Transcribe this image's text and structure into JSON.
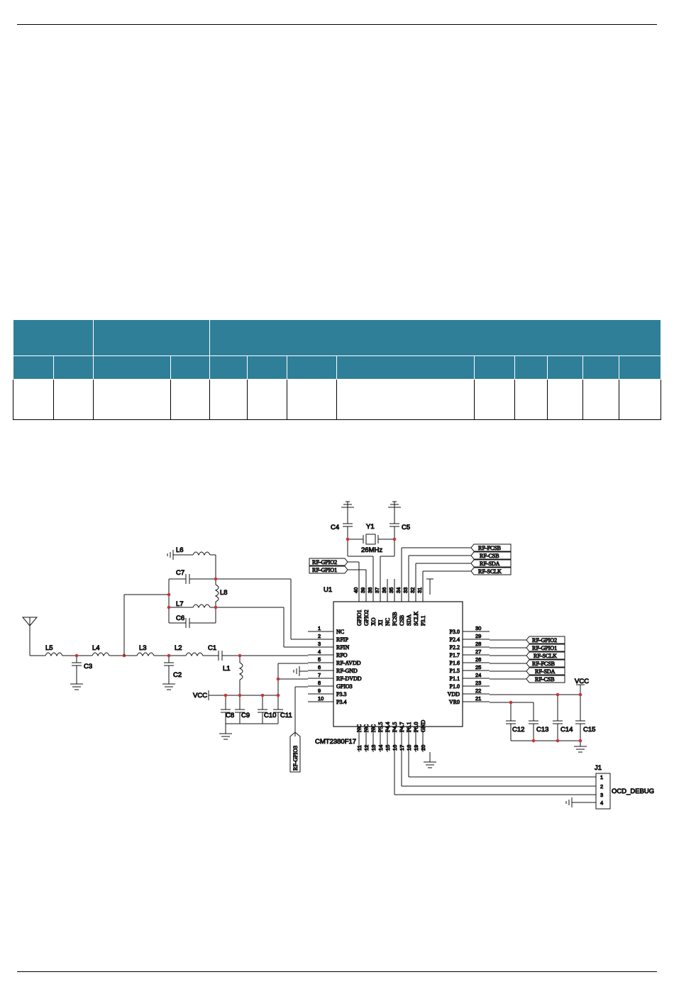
{
  "schematic": {
    "chip_ref": "U1",
    "chip_part": "CMT2380F17",
    "crystal": {
      "ref": "Y1",
      "value": "26MHz"
    },
    "connector": {
      "ref": "J1",
      "name": "OCD_DEBUG",
      "pins": [
        "1",
        "2",
        "3",
        "4"
      ]
    },
    "vcc": "VCC",
    "components": {
      "L1": "L1",
      "L2": "L2",
      "L3": "L3",
      "L4": "L4",
      "L5": "L5",
      "L6": "L6",
      "L7": "L7",
      "L8": "L8",
      "C1": "C1",
      "C2": "C2",
      "C3": "C3",
      "C4": "C4",
      "C5": "C5",
      "C6": "C6",
      "C7": "C7",
      "C8": "C8",
      "C9": "C9",
      "C10": "C10",
      "C11": "C11",
      "C12": "C12",
      "C13": "C13",
      "C14": "C14",
      "C15": "C15"
    },
    "left_pins": [
      {
        "num": "1",
        "name": "NC"
      },
      {
        "num": "2",
        "name": "RFIP"
      },
      {
        "num": "3",
        "name": "RFIN"
      },
      {
        "num": "4",
        "name": "RFO"
      },
      {
        "num": "5",
        "name": "RF-AVDD"
      },
      {
        "num": "6",
        "name": "RF-GND"
      },
      {
        "num": "7",
        "name": "RF-DVDD"
      },
      {
        "num": "8",
        "name": "GPIO3"
      },
      {
        "num": "9",
        "name": "P3.3"
      },
      {
        "num": "10",
        "name": "P3.4"
      }
    ],
    "right_pins": [
      {
        "num": "30",
        "name": "P3.0"
      },
      {
        "num": "29",
        "name": "P2.4"
      },
      {
        "num": "28",
        "name": "P2.2"
      },
      {
        "num": "27",
        "name": "P1.7"
      },
      {
        "num": "26",
        "name": "P1.6"
      },
      {
        "num": "25",
        "name": "P1.5"
      },
      {
        "num": "24",
        "name": "P1.1"
      },
      {
        "num": "23",
        "name": "P1.0"
      },
      {
        "num": "22",
        "name": "VDD"
      },
      {
        "num": "21",
        "name": "VR0"
      }
    ],
    "top_pins": [
      {
        "num": "40",
        "name": "GPIO1"
      },
      {
        "num": "39",
        "name": "GPIO2"
      },
      {
        "num": "38",
        "name": "XO"
      },
      {
        "num": "37",
        "name": "XI"
      },
      {
        "num": "36",
        "name": "NC"
      },
      {
        "num": "35",
        "name": "FCSB"
      },
      {
        "num": "34",
        "name": "CSB"
      },
      {
        "num": "33",
        "name": "SDA"
      },
      {
        "num": "32",
        "name": "SCLK"
      },
      {
        "num": "31",
        "name": "P3.1"
      }
    ],
    "bottom_pins": [
      {
        "num": "11",
        "name": "NC"
      },
      {
        "num": "12",
        "name": "NC"
      },
      {
        "num": "13",
        "name": "NC"
      },
      {
        "num": "14",
        "name": "P3.5"
      },
      {
        "num": "15",
        "name": "P4.4"
      },
      {
        "num": "16",
        "name": "P4.5"
      },
      {
        "num": "17",
        "name": "P4.7"
      },
      {
        "num": "18",
        "name": "P6.1"
      },
      {
        "num": "19",
        "name": "P6.0"
      },
      {
        "num": "20",
        "name": "GND"
      }
    ],
    "nets_top_left": [
      "RF-GPIO2",
      "RF-GPIO1"
    ],
    "nets_top_right": [
      "RF-FCSB",
      "RF-CSB",
      "RF-SDA",
      "RF-SCLK"
    ],
    "nets_right": [
      "RF-GPIO2",
      "RF-GPIO1",
      "RF-SCLK",
      "RF-FCSB",
      "RF-SDA",
      "RF-CSB"
    ],
    "net_bottom": "RF-GPIO3"
  }
}
